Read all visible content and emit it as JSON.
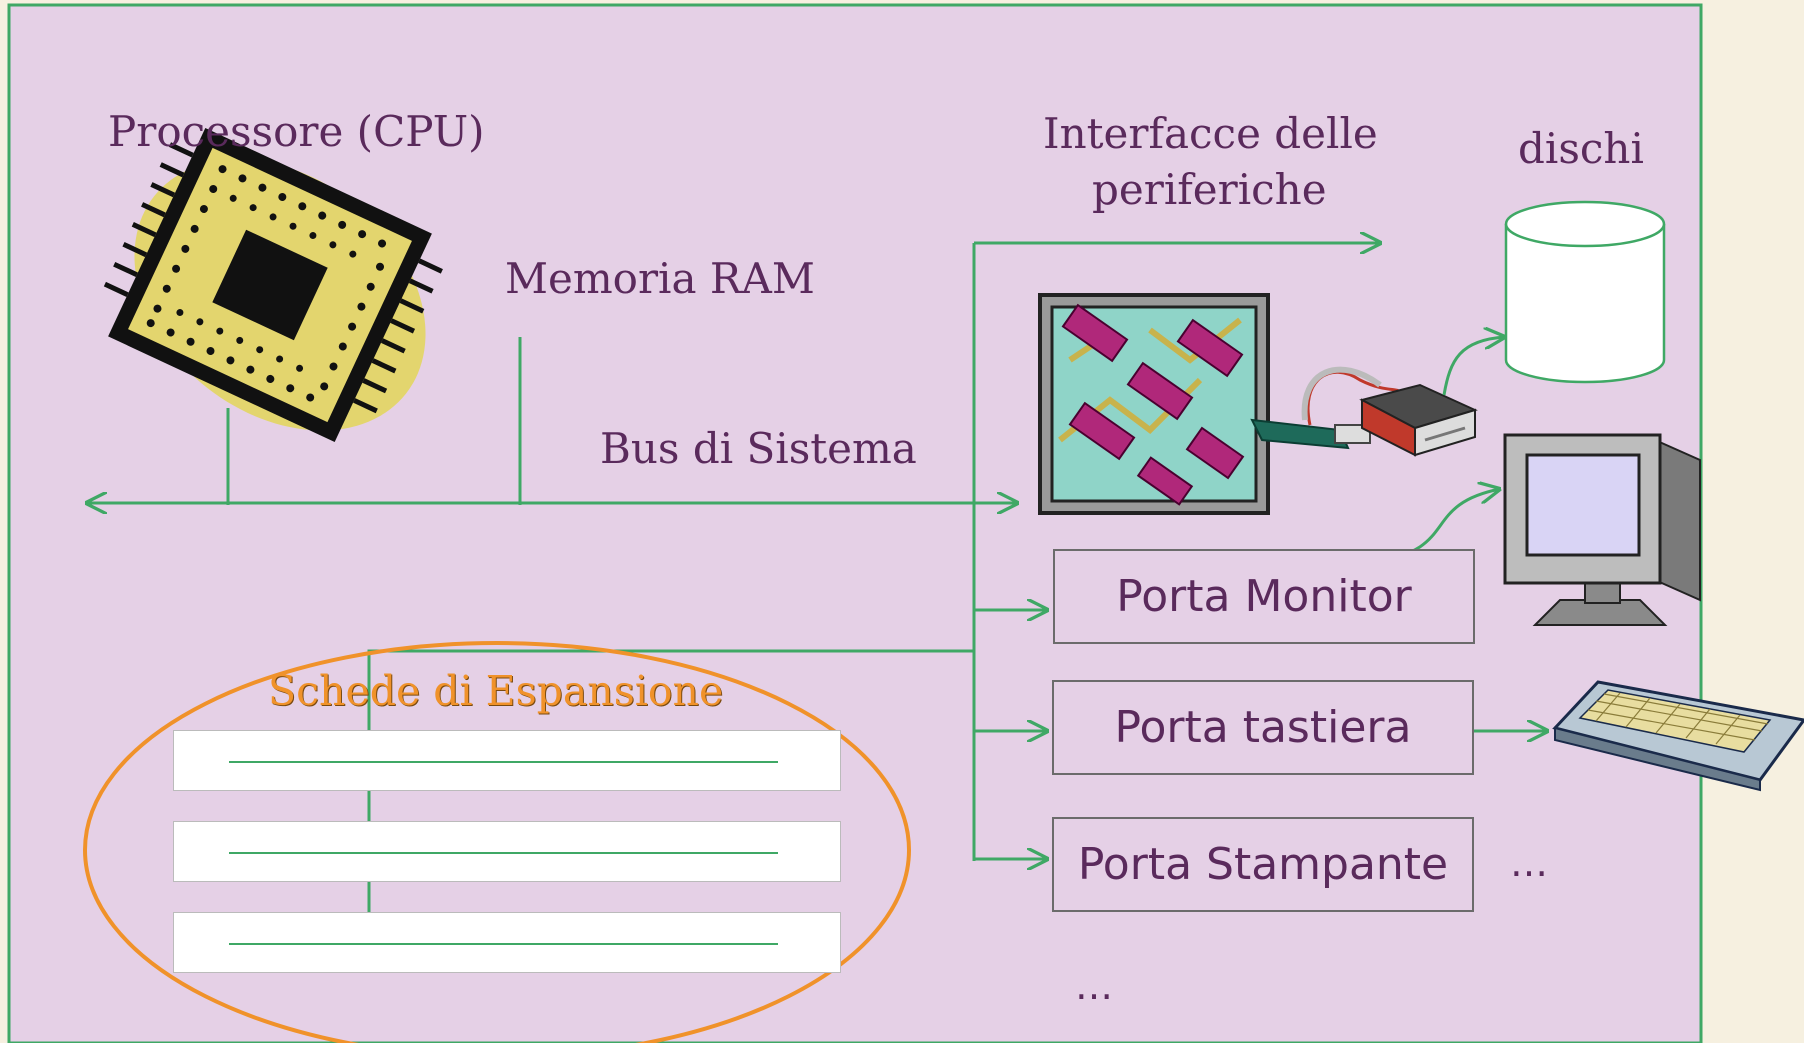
{
  "labels": {
    "cpu": "Processore (CPU)",
    "ram": "Memoria RAM",
    "bus": "Bus di Sistema",
    "interfaces_line1": "Interfacce delle",
    "interfaces_line2": "periferiche",
    "disks": "dischi",
    "expansion": "Schede di Espansione",
    "ellipsis_right": "…",
    "ellipsis_bottom": "…"
  },
  "ports": [
    {
      "label": "Porta Monitor"
    },
    {
      "label": "Porta tastiera"
    },
    {
      "label": "Porta Stampante"
    }
  ],
  "expansion_cards": [
    {},
    {},
    {}
  ],
  "colors": {
    "panel_bg": "#e5d0e6",
    "panel_border": "#3fa865",
    "outer_bg": "#f6f0e0",
    "text": "#5a2a5c",
    "connector": "#3fa865",
    "expansion_highlight": "#f0922a",
    "cpu_blob": "#e3d56e"
  },
  "icons": [
    "cpu-chip-icon",
    "motherboard-icon",
    "disk-drive-icon",
    "disk-cylinder-icon",
    "monitor-icon",
    "keyboard-icon"
  ]
}
